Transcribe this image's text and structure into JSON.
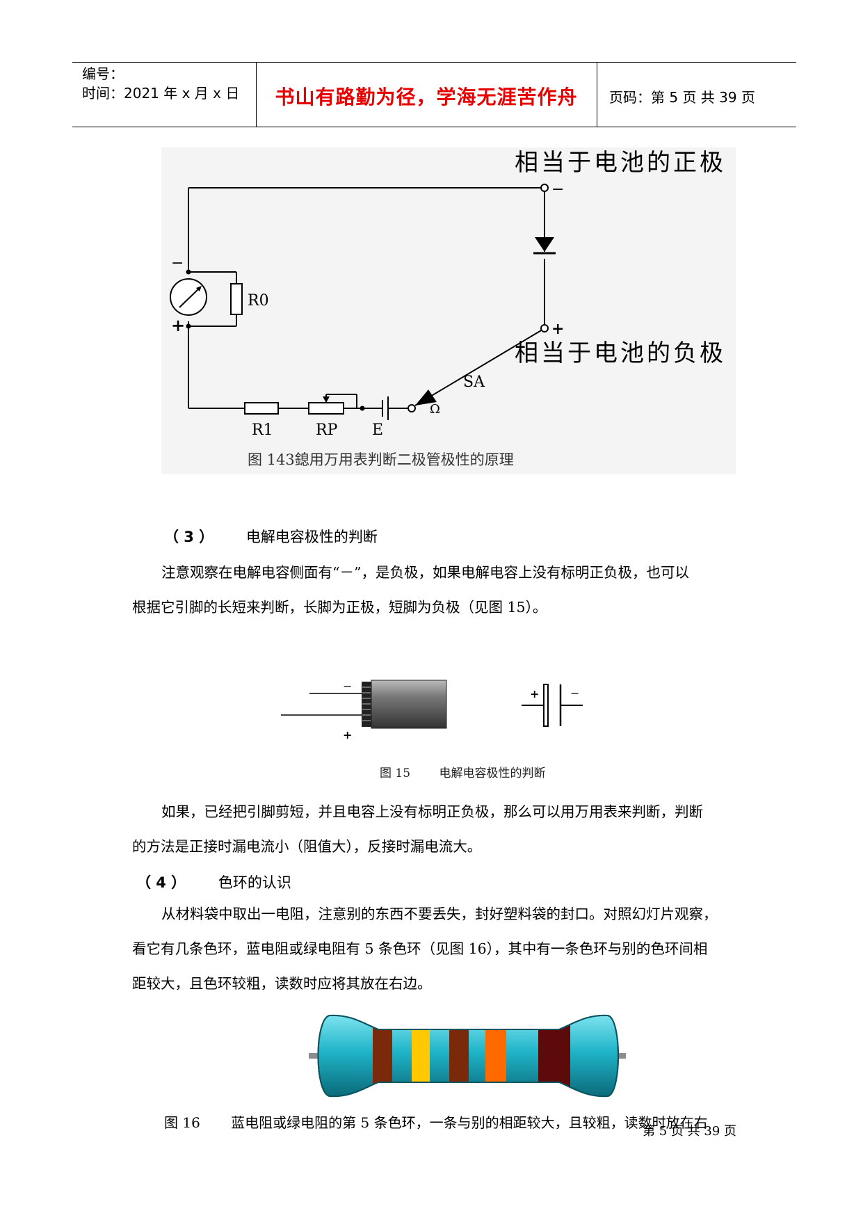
{
  "header": {
    "number_label": "编号：",
    "time_label": "时间：2021 年 x 月 x 日",
    "motto": "书山有路勤为径，学海无涯苦作舟",
    "page_label": "页码：第 5 页  共 39 页"
  },
  "figure143": {
    "label_positive": "相当于电池的正极",
    "label_negative": "相当于电池的负极",
    "minus_sign": "−",
    "plus_sign": "+",
    "r0": "R0",
    "r1": "R1",
    "rp": "RP",
    "e": "E",
    "sa": "SA",
    "omega": "Ω",
    "caption": "图 143鎴用万用表判断二极管极性的原理"
  },
  "section3": {
    "number": "（ 3 ）",
    "title": "电解电容极性的判断",
    "para1_line1": "注意观察在电解电容侧面有“－”，是负极，如果电解电容上没有标明正负极，也可以",
    "para1_line2": "根据它引脚的长短来判断，长脚为正极，短脚为负极（见图 15）。"
  },
  "figure15": {
    "minus": "−",
    "plus": "+",
    "sym_plus": "+",
    "sym_minus": "−",
    "caption_num": "图 15",
    "caption_text": "电解电容极性的判断"
  },
  "para2": {
    "line1": "如果，已经把引脚剪短，并且电容上没有标明正负极，那么可以用万用表来判断，判断",
    "line2": "的方法是正接时漏电流小（阻值大），反接时漏电流大。"
  },
  "section4": {
    "number": "（ 4 ）",
    "title": "色环的认识",
    "line1": "从材料袋中取出一电阻，注意别的东西不要丢失，封好塑料袋的封口。对照幻灯片观察，",
    "line2": "看它有几条色环，蓝电阻或绿电阻有 5 条色环（见图 16），其中有一条色环与别的色环间相",
    "line3": "距较大，且色环较粗，读数时应将其放在右边。"
  },
  "figure16": {
    "caption_num": "图 16",
    "caption_text": "蓝电阻或绿电阻的第 5 条色环，一条与别的相距较大，且较粗，读数时放在右",
    "body_color": "#1fb4c8",
    "band_colors": [
      "#7a2a0a",
      "#ffc800",
      "#7a2a0a",
      "#ff6a00",
      "#5c0a0a"
    ]
  },
  "footer": {
    "page_text": "第  5  页  共  39  页"
  }
}
